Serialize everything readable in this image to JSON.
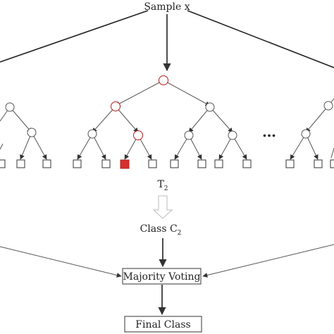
{
  "input_label": "Sample x",
  "ellipsis": "…",
  "tree_label": {
    "main": "T",
    "sub": "2"
  },
  "class_label": {
    "main": "Class C",
    "sub": "2"
  },
  "voting_label": "Majority Voting",
  "final_label": "Final Class",
  "colors": {
    "highlight": "#d32f2f",
    "node_stroke": "#555555",
    "edge": "#555555",
    "box_stroke": "#333333",
    "hollow_arrow": "#cccccc"
  },
  "icons": {
    "decision_node": "circle",
    "leaf_node": "square",
    "flow_arrow": "hollow-down-arrow"
  }
}
